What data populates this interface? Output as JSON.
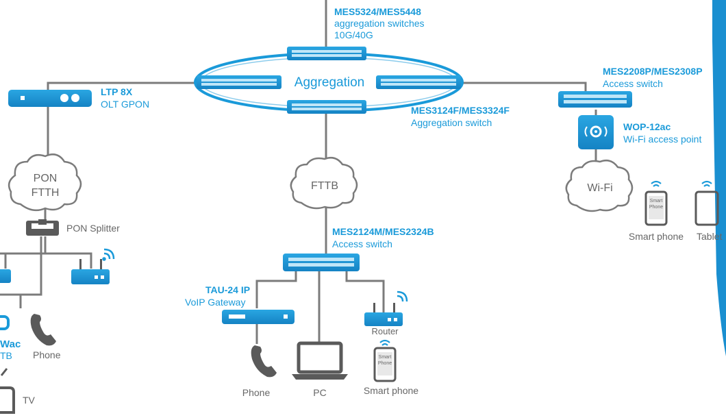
{
  "colors": {
    "accent": "#1a9ad9",
    "line": "#7b7b7b",
    "device_dark": "#5a5a5a",
    "label_blue": "#1a9ad9",
    "label_gray": "#666666"
  },
  "core": {
    "name": "MES5324/MES5448",
    "desc1": "aggregation switches",
    "desc2": "10G/40G",
    "ring_label": "Aggregation"
  },
  "agg_switch": {
    "name": "MES3124F/MES3324F",
    "desc": "Aggregation switch"
  },
  "olt": {
    "name": "LTP 8X",
    "desc": "OLT GPON"
  },
  "pon_cloud": {
    "line1": "PON",
    "line2": "FTTH"
  },
  "pon_splitter": {
    "label": "PON Splitter"
  },
  "ftth_devices": {
    "partial_name": "Wac",
    "partial_desc": "TB",
    "phone": "Phone",
    "tv": "TV"
  },
  "fttb_cloud": {
    "label": "FTTB"
  },
  "access_mid": {
    "name": "MES2124M/MES2324B",
    "desc": "Access switch"
  },
  "tau": {
    "name": "TAU-24 IP",
    "desc": "VoIP Gateway"
  },
  "fttb_devices": {
    "phone": "Phone",
    "pc": "PC",
    "router": "Router",
    "smart_phone": "Smart phone",
    "phone_screen1": "Smart",
    "phone_screen2": "Phone"
  },
  "access_right": {
    "name": "MES2208P/MES2308P",
    "desc": "Access switch"
  },
  "wop": {
    "name": "WOP-12ac",
    "desc": "Wi-Fi access point"
  },
  "wifi_cloud": {
    "label": "Wi-Fi"
  },
  "wifi_devices": {
    "smart_phone": "Smart phone",
    "tablet": "Tablet",
    "phone_screen1": "Smart",
    "phone_screen2": "Phone"
  }
}
